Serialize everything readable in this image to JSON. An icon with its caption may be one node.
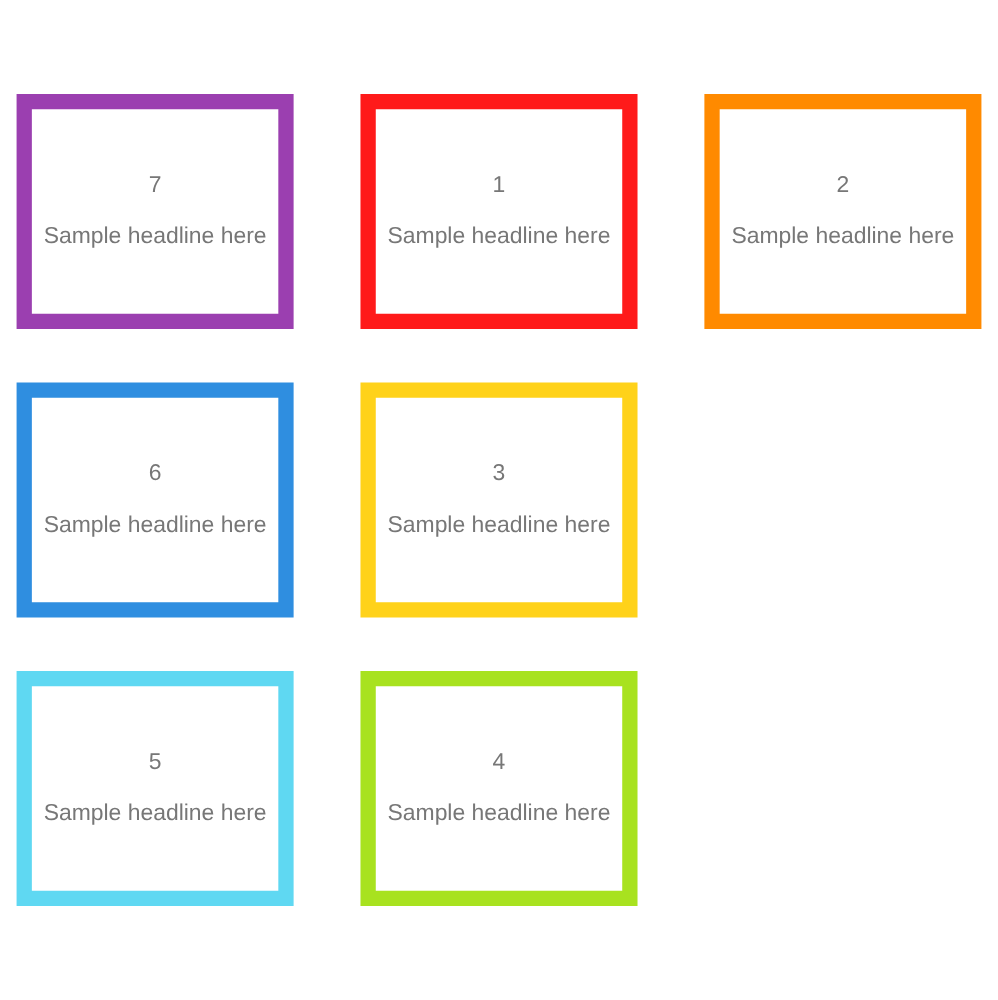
{
  "diagram": {
    "nodes": [
      {
        "text": [
          "1",
          "Sample headline here"
        ]
      },
      {
        "text": [
          "2",
          "Sample headline here"
        ]
      },
      {
        "text": [
          "3",
          "Sample headline here"
        ]
      },
      {
        "text": [
          "4",
          "Sample headline here"
        ]
      },
      {
        "text": [
          "5",
          "Sample headline here"
        ]
      },
      {
        "text": [
          "6",
          "Sample headline here"
        ]
      },
      {
        "text": [
          "7",
          "Sample headline here"
        ]
      }
    ]
  }
}
